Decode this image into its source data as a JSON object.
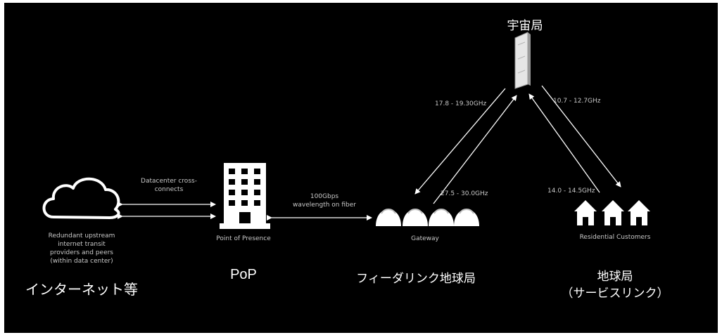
{
  "colors": {
    "background": "#000000",
    "foreground": "#ffffff",
    "muted": "#c8c8c8"
  },
  "nodes": {
    "internet": {
      "icon": "cloud-icon",
      "caption_lines": [
        "Redundant upstream",
        "internet transit",
        "providers and peers",
        "(within data center)"
      ],
      "title": "インターネット等"
    },
    "pop": {
      "icon": "building-icon",
      "caption": "Point of Presence",
      "title": "PoP"
    },
    "gateway": {
      "icon": "dish-antenna-icon",
      "caption": "Gateway",
      "title": "フィーダリンク地球局"
    },
    "satellite": {
      "icon": "satellite-icon",
      "title": "宇宙局"
    },
    "residential": {
      "icon": "house-icon",
      "caption": "Residential Customers",
      "title_lines": [
        "地球局",
        "（サービスリンク）"
      ]
    }
  },
  "links": {
    "internet_pop": {
      "label_lines": [
        "Datacenter cross-",
        "connects"
      ]
    },
    "pop_gateway": {
      "label_lines": [
        "100Gbps",
        "wavelength on fiber"
      ]
    },
    "feeder_down": {
      "label": "17.8 - 19.30GHz"
    },
    "feeder_up": {
      "label": "27.5 - 30.0GHz"
    },
    "service_down": {
      "label": "10.7 - 12.7GHz"
    },
    "service_up": {
      "label": "14.0 - 14.5GHz"
    }
  }
}
